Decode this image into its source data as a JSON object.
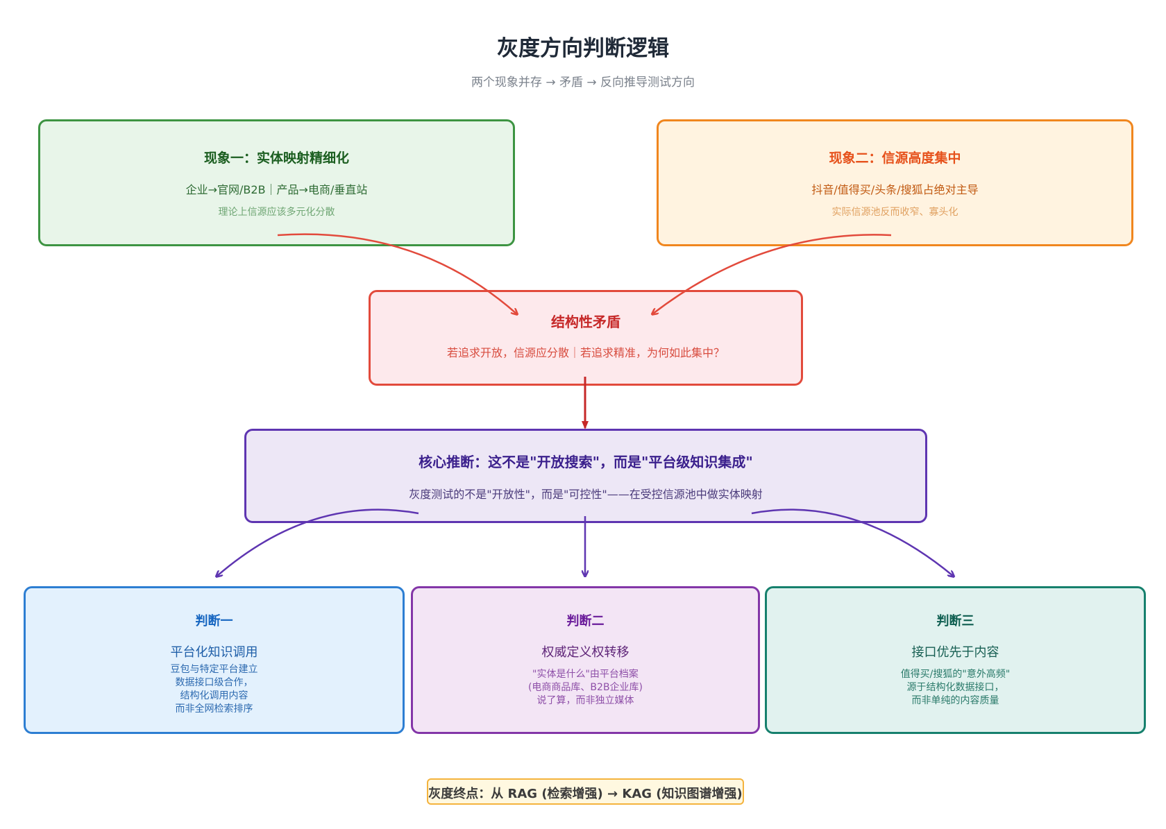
{
  "title": "灰度方向判断逻辑",
  "subtitle": "两个现象并存 → 矛盾 → 反向推导测试方向",
  "phenomenon1": {
    "title": "现象一：实体映射精细化",
    "line1": "企业→官网/B2B｜产品→电商/垂直站",
    "line2": "理论上信源应该多元化分散"
  },
  "phenomenon2": {
    "title": "现象二：信源高度集中",
    "line1": "抖音/值得买/头条/搜狐占绝对主导",
    "line2": "实际信源池反而收窄、寡头化"
  },
  "contradiction": {
    "title": "结构性矛盾",
    "line1": "若追求开放，信源应分散｜若追求精准，为何如此集中？"
  },
  "core": {
    "title": "核心推断：这不是\"开放搜索\"，而是\"平台级知识集成\"",
    "line1": "灰度测试的不是\"开放性\"，而是\"可控性\"——在受控信源池中做实体映射"
  },
  "judgments": [
    {
      "title": "判断一",
      "subtitle": "平台化知识调用",
      "lines": [
        "豆包与特定平台建立",
        "数据接口级合作，",
        "结构化调用内容",
        "而非全网检索排序"
      ]
    },
    {
      "title": "判断二",
      "subtitle": "权威定义权转移",
      "lines": [
        "\"实体是什么\"由平台档案",
        "(电商商品库、B2B企业库)",
        "说了算，而非独立媒体"
      ]
    },
    {
      "title": "判断三",
      "subtitle": "接口优先于内容",
      "lines": [
        "值得买/搜狐的\"意外高频\"",
        "源于结构化数据接口，",
        "而非单纯的内容质量"
      ]
    }
  ],
  "conclusion": "灰度终点：从 RAG (检索增强) → KAG (知识图谱增强)",
  "colors": {
    "green": "#3d9442",
    "orange": "#f0861e",
    "red": "#e24a3c",
    "purple": "#5e35b1",
    "blue": "#2d7ed2",
    "violet": "#8336a8",
    "teal": "#16806d",
    "gold": "#f4b33d"
  }
}
